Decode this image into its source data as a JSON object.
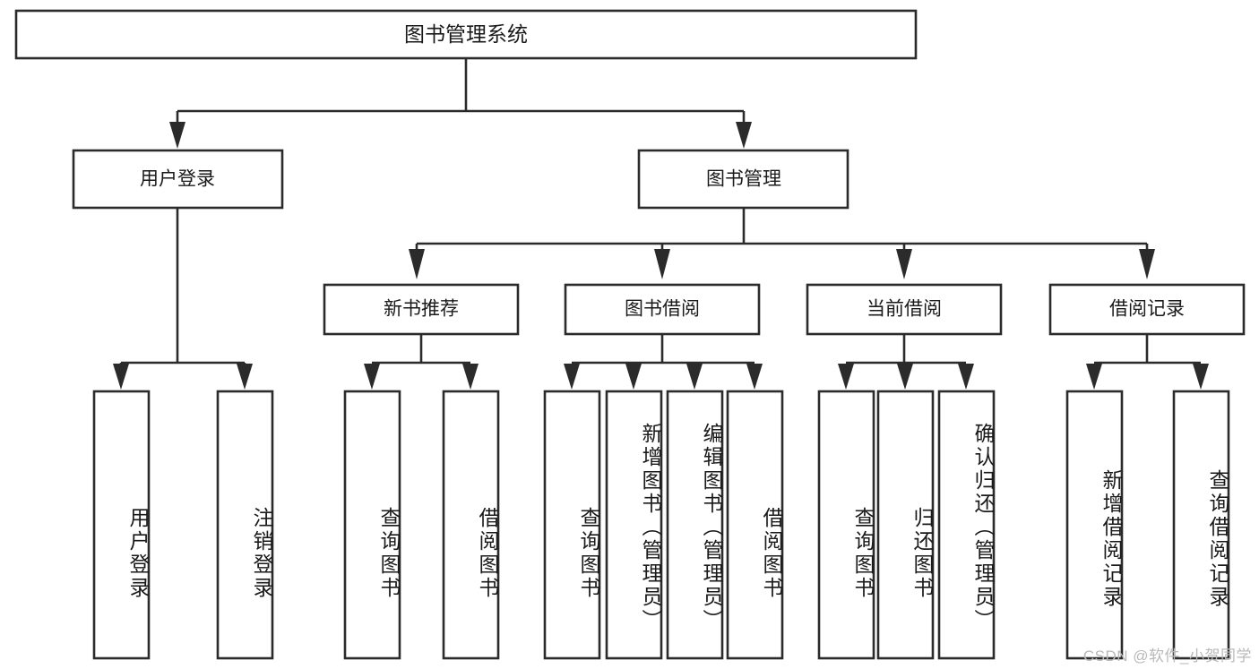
{
  "diagram": {
    "type": "tree",
    "title": "图书管理系统",
    "watermark": "CSDN @软件_小贺同学",
    "root": {
      "id": "root",
      "label": "图书管理系统"
    },
    "level2": [
      {
        "id": "user-login",
        "label": "用户登录"
      },
      {
        "id": "book-manage",
        "label": "图书管理"
      }
    ],
    "level3": [
      {
        "id": "new-book-recommend",
        "label": "新书推荐",
        "parent": "book-manage"
      },
      {
        "id": "book-borrow",
        "label": "图书借阅",
        "parent": "book-manage"
      },
      {
        "id": "current-borrow",
        "label": "当前借阅",
        "parent": "book-manage"
      },
      {
        "id": "borrow-record",
        "label": "借阅记录",
        "parent": "book-manage"
      }
    ],
    "leaves": {
      "user-login": [
        {
          "id": "leaf-user-login",
          "label": "用户登录"
        },
        {
          "id": "leaf-logout",
          "label": "注销登录"
        }
      ],
      "new-book-recommend": [
        {
          "id": "leaf-query-book-1",
          "label": "查询图书"
        },
        {
          "id": "leaf-borrow-book-1",
          "label": "借阅图书"
        }
      ],
      "book-borrow": [
        {
          "id": "leaf-query-book-2",
          "label": "查询图书"
        },
        {
          "id": "leaf-add-book",
          "label": "新增图书（管理员）"
        },
        {
          "id": "leaf-edit-book",
          "label": "编辑图书（管理员）"
        },
        {
          "id": "leaf-borrow-book-2",
          "label": "借阅图书"
        }
      ],
      "current-borrow": [
        {
          "id": "leaf-query-book-3",
          "label": "查询图书"
        },
        {
          "id": "leaf-return-book",
          "label": "归还图书"
        },
        {
          "id": "leaf-confirm-return",
          "label": "确认归还（管理员）"
        }
      ],
      "borrow-record": [
        {
          "id": "leaf-add-record",
          "label": "新增借阅记录"
        },
        {
          "id": "leaf-query-record",
          "label": "查询借阅记录"
        }
      ]
    },
    "colors": {
      "stroke": "#2b2b2b",
      "fill": "#ffffff",
      "text": "#1a1a1a",
      "watermark": "#b9b9b9"
    }
  }
}
